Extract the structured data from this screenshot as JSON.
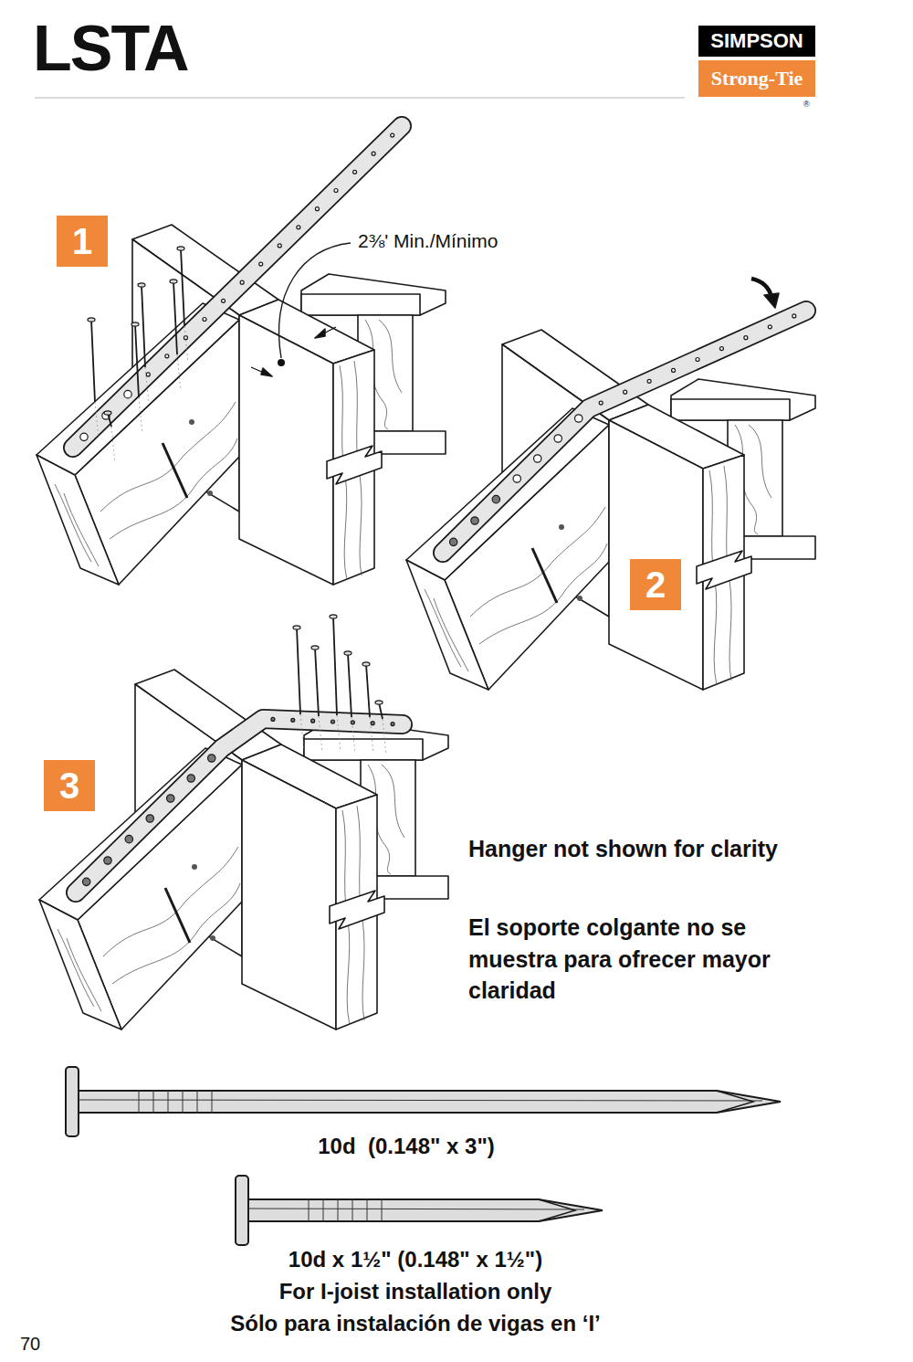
{
  "diagram": {
    "title": "LSTA",
    "nodes": [
      {
        "text": [
          "SIMPSON"
        ]
      },
      {
        "text": [
          "Strong-Tie"
        ]
      },
      {
        "text": [
          "1"
        ]
      },
      {
        "text": [
          "2"
        ]
      },
      {
        "text": [
          "3"
        ]
      }
    ],
    "labels": [
      "®",
      "2⅜' Min./Mínimo",
      "Hanger not shown for clarity",
      "El soporte colgante no se muestra para ofrecer mayor claridad",
      "10d  (0.148\" x 3\")",
      "10d x 1½\" (0.148\" x 1½\")",
      "For I-joist installation only",
      "Sólo para instalación de vigas en ‘I’",
      "70"
    ]
  }
}
